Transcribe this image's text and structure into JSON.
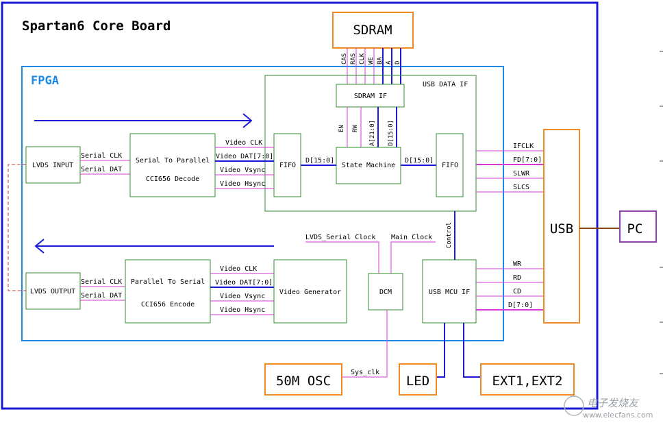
{
  "title": "Spartan6 Core Board",
  "fpga_label": "FPGA",
  "colors": {
    "board": "#1a1ad6",
    "fpga": "#1e88e5",
    "block": "#2e8b2e",
    "external": "#f08a24",
    "signal": "#d63ad6",
    "bus": "#1a1ad6",
    "pc_link": "#8b4513",
    "arrow": "#1a1ad6"
  },
  "blocks": {
    "sdram": "SDRAM",
    "sdram_if": "SDRAM IF",
    "usb_data_if": "USB DATA  IF",
    "lvds_input": "LVDS INPUT",
    "lvds_output": "LVDS OUTPUT",
    "s2p_line1": "Serial To Parallel",
    "s2p_line2": "CCI656 Decode",
    "p2s_line1": "Parallel To Serial",
    "p2s_line2": "CCI656 Encode",
    "fifo_left": "FIFO",
    "fifo_right": "FIFO",
    "state_machine": "State Machine",
    "video_generator": "Video Generator",
    "dcm": "DCM",
    "usb_mcu_if": "USB MCU IF",
    "usb": "USB",
    "pc": "PC",
    "osc": "50M OSC",
    "led": "LED",
    "ext": "EXT1,EXT2"
  },
  "sdram_pins": [
    "CAS",
    "RAS",
    "CLK",
    "WE",
    "BA",
    "A",
    "D"
  ],
  "sdram_if_signals": [
    "EN",
    "RW",
    "A[21:0]",
    "D[15:0]"
  ],
  "input_serial": [
    "Serial CLK",
    "Serial DAT"
  ],
  "output_serial": [
    "Serial CLK",
    "Serial DAT"
  ],
  "video_in": [
    "Video CLK",
    "Video DAT[7:0]",
    "Video Vsync",
    "Video Hsync"
  ],
  "video_out": [
    "Video CLK",
    "Video DAT[7:0]",
    "Video Vsync",
    "Video Hsync"
  ],
  "bus_labels": {
    "fifo_to_sm": "D[15:0]",
    "sm_to_fifo": "D[15:0]",
    "control": "Control"
  },
  "usb_data_signals": [
    "IFCLK",
    "FD[7:0]",
    "SLWR",
    "SLCS"
  ],
  "usb_mcu_signals": [
    "WR",
    "RD",
    "CD",
    "D[7:0]"
  ],
  "clocks": {
    "lvds_serial": "LVDS_Serial Clock",
    "main": "Main Clock",
    "sys": "Sys_clk"
  },
  "watermark": {
    "brand": "电子发烧友",
    "url": "www.elecfans.com"
  }
}
